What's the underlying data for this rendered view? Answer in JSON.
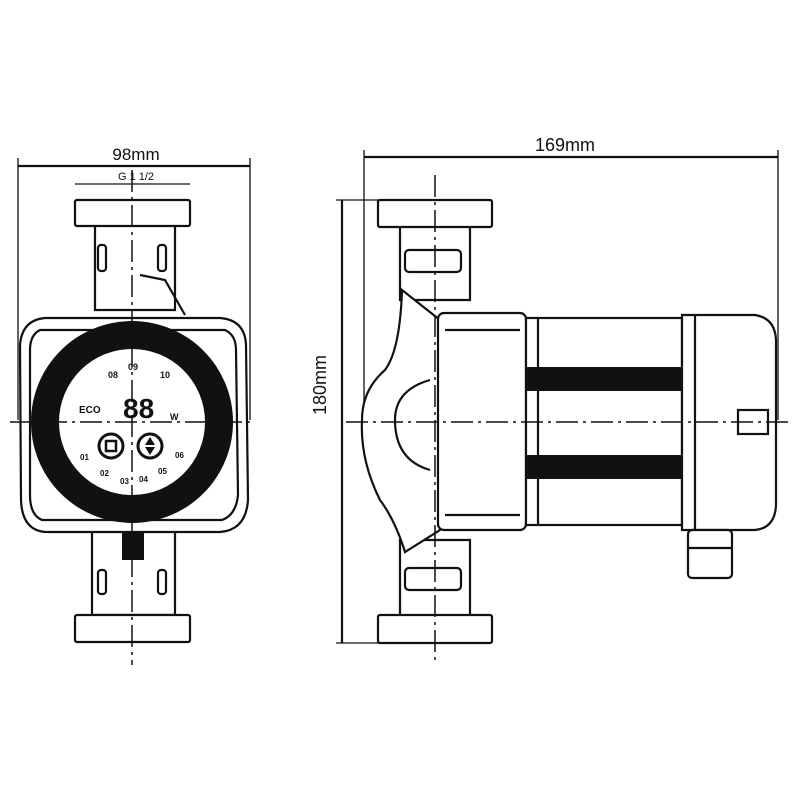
{
  "dimensions": {
    "width_front": "98mm",
    "thread": "G 1 1/2",
    "length_side": "169mm",
    "height_side": "180mm"
  },
  "control_panel": {
    "eco_label": "ECO",
    "display": "88",
    "unit": "W",
    "speed_labels": [
      "01",
      "02",
      "03",
      "04",
      "05",
      "06"
    ],
    "indicator_labels": [
      "08",
      "09",
      "10"
    ]
  }
}
